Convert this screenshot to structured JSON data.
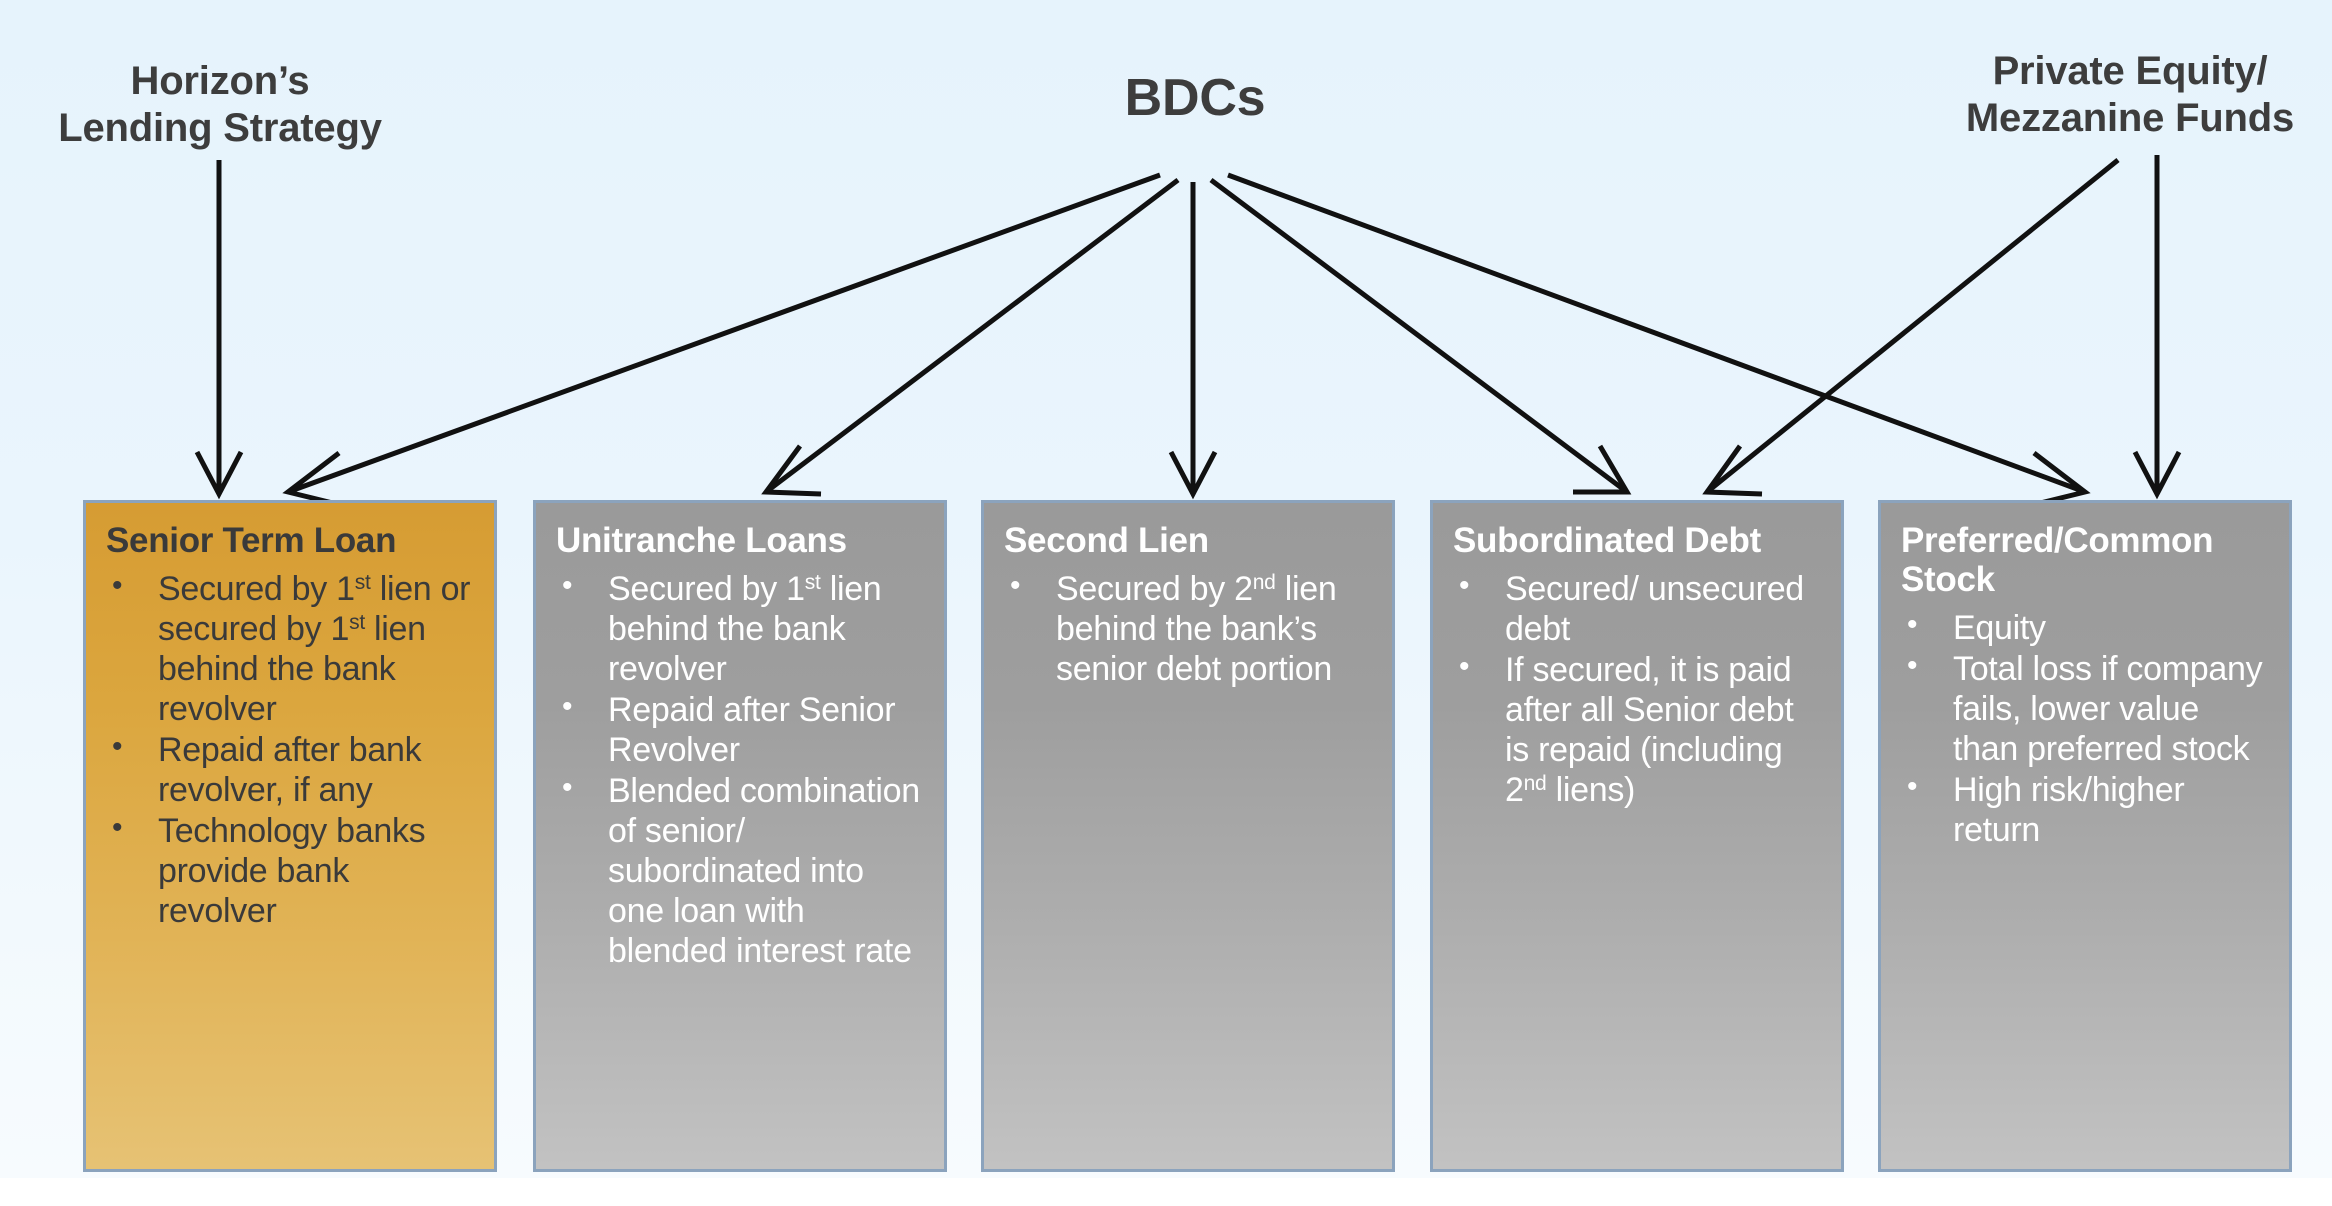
{
  "diagram": {
    "background_top_color": "#e6f3fc",
    "background_bottom_color": "#f7fbfe",
    "labels": {
      "left": "Horizon’s\nLending Strategy",
      "center": "BDCs",
      "right": "Private Equity/\nMezzanine Funds"
    },
    "boxes": [
      {
        "id": "senior-term-loan",
        "title": "Senior Term Loan",
        "accent": "#d69c33",
        "text_color": "#3a3a3a",
        "bullets": [
          "Secured by 1<sup>st</sup> lien or secured by 1<sup>st</sup> lien behind the bank revolver",
          "Repaid after bank revolver, if any",
          "Technology banks provide bank revolver"
        ]
      },
      {
        "id": "unitranche-loans",
        "title": "Unitranche Loans",
        "accent": "#9a9a9a",
        "text_color": "#ffffff",
        "bullets": [
          "Secured by 1<sup>st</sup> lien behind the bank revolver",
          "Repaid after Senior Revolver",
          "Blended combination of senior/ subordinated into one loan with blended interest rate"
        ]
      },
      {
        "id": "second-lien",
        "title": "Second Lien",
        "accent": "#9a9a9a",
        "text_color": "#ffffff",
        "bullets": [
          "Secured by 2<sup>nd</sup> lien behind the bank’s senior debt portion"
        ]
      },
      {
        "id": "subordinated-debt",
        "title": "Subordinated Debt",
        "accent": "#9a9a9a",
        "text_color": "#ffffff",
        "bullets": [
          "Secured/ unsecured debt",
          "If secured, it is paid after all Senior debt is repaid (including 2<sup>nd</sup> liens)"
        ]
      },
      {
        "id": "preferred-common-stock",
        "title": "Preferred/Common Stock",
        "accent": "#9a9a9a",
        "text_color": "#ffffff",
        "bullets": [
          "Equity",
          "Total loss if company fails, lower value than preferred stock",
          "High risk/higher return"
        ]
      }
    ],
    "connectors": [
      {
        "from": "left",
        "to": "senior-term-loan",
        "style": "vertical"
      },
      {
        "from": "center",
        "to": "senior-term-loan",
        "style": "diagonal"
      },
      {
        "from": "center",
        "to": "unitranche-loans",
        "style": "diagonal"
      },
      {
        "from": "center",
        "to": "second-lien",
        "style": "vertical"
      },
      {
        "from": "center",
        "to": "subordinated-debt",
        "style": "diagonal"
      },
      {
        "from": "center",
        "to": "preferred-common-stock",
        "style": "diagonal"
      },
      {
        "from": "right",
        "to": "subordinated-debt",
        "style": "diagonal"
      },
      {
        "from": "right",
        "to": "preferred-common-stock",
        "style": "vertical"
      }
    ]
  }
}
